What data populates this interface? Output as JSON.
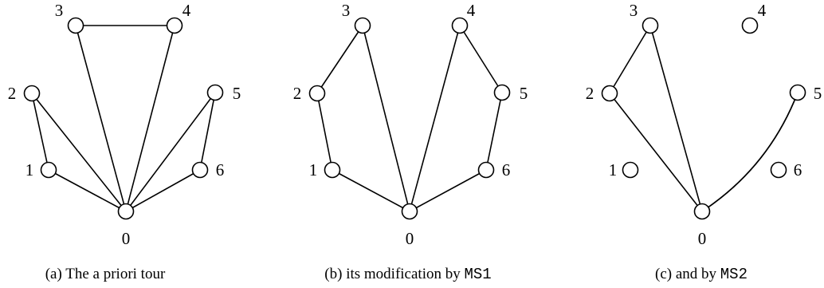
{
  "panels": [
    {
      "caption_tag": "(a)",
      "caption_text": "The a priori tour",
      "caption_code": "",
      "nodes": [
        {
          "id": "0",
          "label": "0",
          "visited": true
        },
        {
          "id": "1",
          "label": "1",
          "visited": true
        },
        {
          "id": "2",
          "label": "2",
          "visited": true
        },
        {
          "id": "3",
          "label": "3",
          "visited": true
        },
        {
          "id": "4",
          "label": "4",
          "visited": true
        },
        {
          "id": "5",
          "label": "5",
          "visited": true
        },
        {
          "id": "6",
          "label": "6",
          "visited": true
        }
      ],
      "edges": [
        {
          "from": "0",
          "to": "1"
        },
        {
          "from": "1",
          "to": "2"
        },
        {
          "from": "2",
          "to": "0"
        },
        {
          "from": "0",
          "to": "3"
        },
        {
          "from": "3",
          "to": "4"
        },
        {
          "from": "4",
          "to": "0"
        },
        {
          "from": "0",
          "to": "5"
        },
        {
          "from": "5",
          "to": "6"
        },
        {
          "from": "6",
          "to": "0"
        }
      ]
    },
    {
      "caption_tag": "(b)",
      "caption_text": "its modification by",
      "caption_code": "MS1",
      "nodes": [
        {
          "id": "0",
          "label": "0",
          "visited": true
        },
        {
          "id": "1",
          "label": "1",
          "visited": true
        },
        {
          "id": "2",
          "label": "2",
          "visited": true
        },
        {
          "id": "3",
          "label": "3",
          "visited": true
        },
        {
          "id": "4",
          "label": "4",
          "visited": true
        },
        {
          "id": "5",
          "label": "5",
          "visited": true
        },
        {
          "id": "6",
          "label": "6",
          "visited": true
        }
      ],
      "edges": [
        {
          "from": "0",
          "to": "1"
        },
        {
          "from": "1",
          "to": "2"
        },
        {
          "from": "2",
          "to": "3"
        },
        {
          "from": "3",
          "to": "0"
        },
        {
          "from": "0",
          "to": "4"
        },
        {
          "from": "4",
          "to": "5"
        },
        {
          "from": "5",
          "to": "6"
        },
        {
          "from": "6",
          "to": "0"
        }
      ]
    },
    {
      "caption_tag": "(c)",
      "caption_text": "and by",
      "caption_code": "MS2",
      "nodes": [
        {
          "id": "0",
          "label": "0",
          "visited": true
        },
        {
          "id": "1",
          "label": "1",
          "visited": false
        },
        {
          "id": "2",
          "label": "2",
          "visited": true
        },
        {
          "id": "3",
          "label": "3",
          "visited": true
        },
        {
          "id": "4",
          "label": "4",
          "visited": false
        },
        {
          "id": "5",
          "label": "5",
          "visited": true
        },
        {
          "id": "6",
          "label": "6",
          "visited": false
        }
      ],
      "edges": [
        {
          "from": "0",
          "to": "2"
        },
        {
          "from": "2",
          "to": "3"
        },
        {
          "from": "3",
          "to": "0"
        },
        {
          "from": "0",
          "to": "5",
          "curve": 1
        },
        {
          "from": "5",
          "to": "0",
          "curve": -1
        }
      ]
    }
  ]
}
